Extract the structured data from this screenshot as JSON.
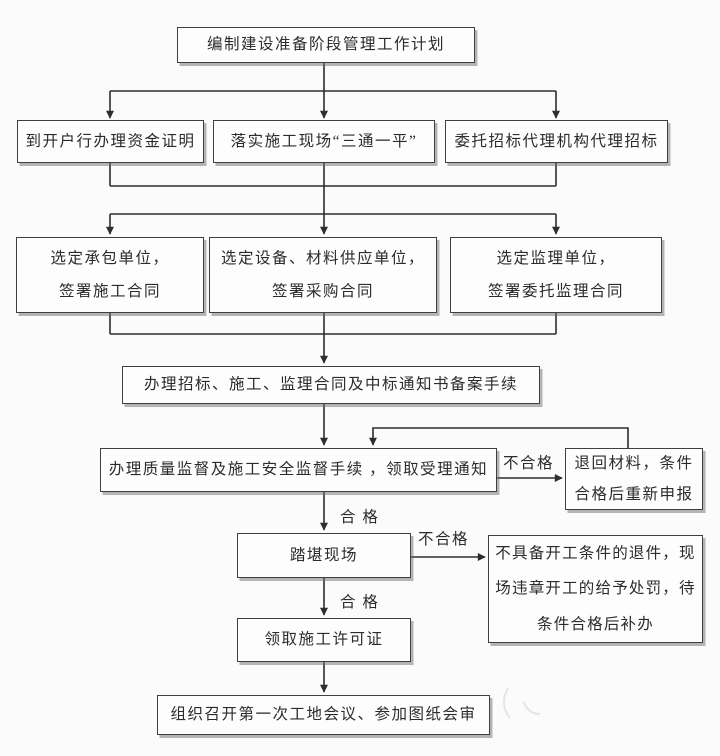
{
  "diagram": {
    "nodes": {
      "plan": {
        "text": "编制建设准备阶段管理工作计划"
      },
      "fund": {
        "text": "到开户行办理资金证明"
      },
      "site": {
        "text": "落实施工现场“三通一平”"
      },
      "agency": {
        "text": "委托招标代理机构代理招标"
      },
      "contractor": {
        "text": "选定承包单位，\n签署施工合同"
      },
      "supplier": {
        "text": "选定设备、材料供应单位，\n签署采购合同"
      },
      "supervisor": {
        "text": "选定监理单位，\n签署委托监理合同"
      },
      "filing": {
        "text": "办理招标、施工、监理合同及中标通知书备案手续"
      },
      "quality": {
        "text": "办理质量监督及施工安全监督手续 ，领取受理通知"
      },
      "return": {
        "text": "退回材料，条件\n合格后重新申报"
      },
      "inspect": {
        "text": "踏堪现场"
      },
      "reject": {
        "text": "不具备开工条件的退件，现\n场违章开工的给予处罚，待\n条件合格后补办"
      },
      "permit": {
        "text": "领取施工许可证"
      },
      "meeting": {
        "text": "组织召开第一次工地会议、参加图纸会审"
      }
    },
    "edge_labels": {
      "fail1": "不合格",
      "pass1": "合 格",
      "fail2": "不合格",
      "pass2": "合 格"
    },
    "colors": {
      "background": "#fbfbfc",
      "box_background": "#fdfdfe",
      "box_border": "#3f3f3f",
      "connector_line": "#2e2e2e",
      "text": "#2b2b2b",
      "shadow": "#6e6e74"
    }
  }
}
